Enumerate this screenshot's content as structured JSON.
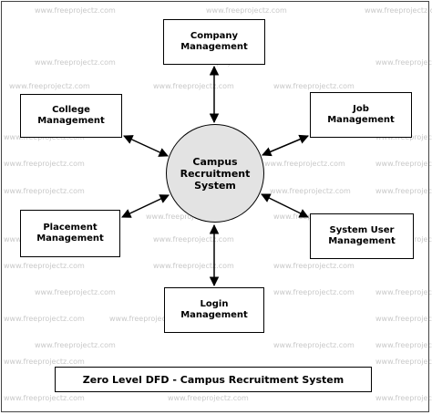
{
  "diagram": {
    "caption": "Zero Level DFD - Campus Recruitment System",
    "process": {
      "label": "Campus\nRecruitment\nSystem",
      "fill": "#e3e3e3"
    },
    "entities": {
      "company": "Company\nManagement",
      "college": "College\nManagement",
      "job": "Job\nManagement",
      "placement": "Placement\nManagement",
      "system_user": "System User\nManagement",
      "login": "Login\nManagement"
    },
    "watermark": "www.freeprojectz.com"
  }
}
